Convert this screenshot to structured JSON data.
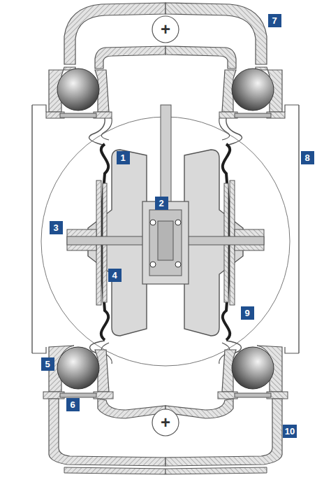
{
  "diagram": {
    "labels": [
      "7",
      "+",
      "1",
      "8",
      "2",
      "3",
      "4",
      "9",
      "5",
      "+",
      "6",
      "10"
    ]
  }
}
